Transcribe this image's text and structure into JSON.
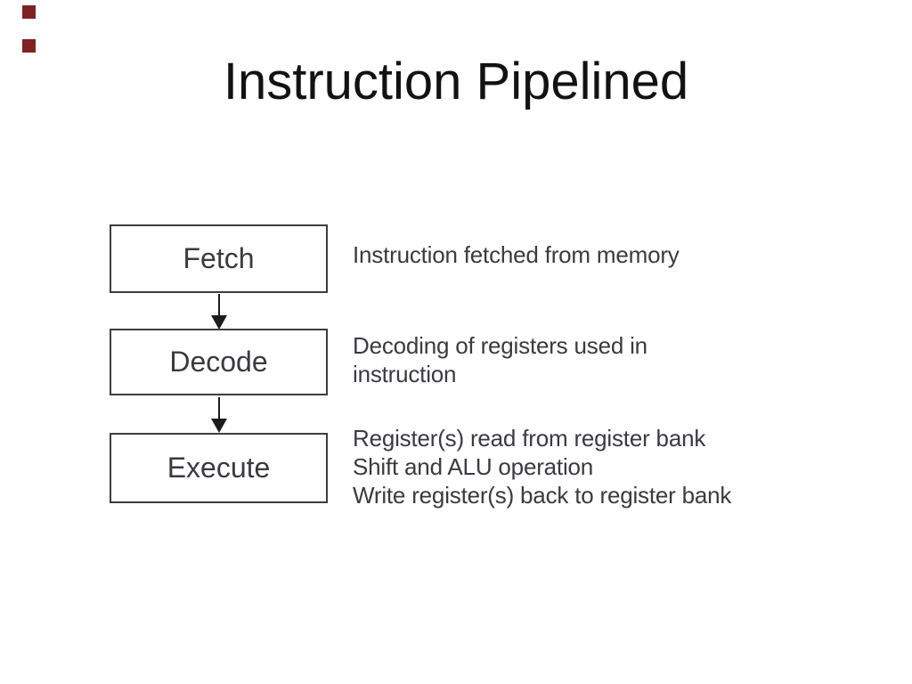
{
  "slide": {
    "title": "Instruction Pipelined",
    "accent_color": "#7e2222"
  },
  "diagram": {
    "type": "flowchart",
    "direction": "top-down",
    "colors": {
      "ink": "#3b3a40",
      "box_border": "#3d3d3d",
      "arrow": "#1c1c1c",
      "background": "#ffffff"
    },
    "stages": [
      {
        "label": "Fetch",
        "description": [
          "Instruction fetched from memory"
        ]
      },
      {
        "label": "Decode",
        "description": [
          "Decoding of registers used in",
          "instruction"
        ]
      },
      {
        "label": "Execute",
        "description": [
          "Register(s) read from register bank",
          "Shift and ALU operation",
          "Write register(s) back to register bank"
        ]
      }
    ]
  }
}
